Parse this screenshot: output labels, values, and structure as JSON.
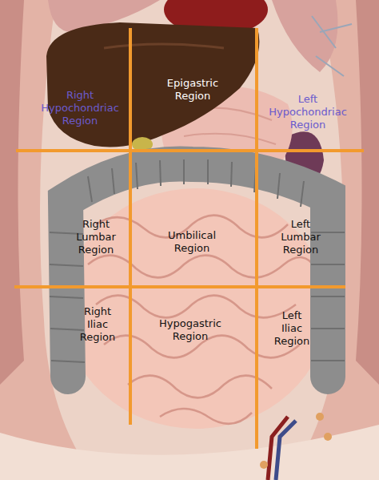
{
  "diagram": {
    "labels": [
      "Right Hypochondriac Region",
      "Epigastric Region",
      "Left Hypochondriac Region",
      "Right Lumbar Region",
      "Umbilical Region",
      "Left Lumbar Region",
      "Right Iliac Region",
      "Hypogastric Region",
      "Left Iliac Region"
    ]
  }
}
